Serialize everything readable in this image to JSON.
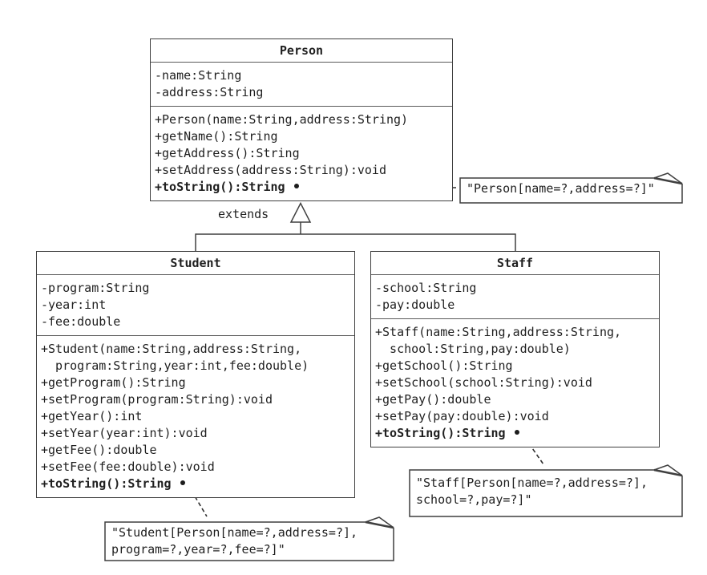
{
  "colors": {
    "background": "#ffffff",
    "line": "#3f3f3f",
    "separator": "#5a5a5a",
    "text": "#1f1f1f"
  },
  "relationship": {
    "label": "extends",
    "type": "inheritance"
  },
  "classes": {
    "person": {
      "name": "Person",
      "attributes": [
        "-name:String",
        "-address:String"
      ],
      "methods": [
        {
          "t": "+Person(name:String,address:String)"
        },
        {
          "t": "+getName():String"
        },
        {
          "t": "+getAddress():String"
        },
        {
          "t": "+setAddress(address:String):void"
        },
        {
          "t": "+toString():String",
          "b": true,
          "bullet": true
        }
      ]
    },
    "student": {
      "name": "Student",
      "attributes": [
        "-program:String",
        "-year:int",
        "-fee:double"
      ],
      "methods": [
        {
          "t": "+Student(name:String,address:String,"
        },
        {
          "t": "  program:String,year:int,fee:double)"
        },
        {
          "t": "+getProgram():String"
        },
        {
          "t": "+setProgram(program:String):void"
        },
        {
          "t": "+getYear():int"
        },
        {
          "t": "+setYear(year:int):void"
        },
        {
          "t": "+getFee():double"
        },
        {
          "t": "+setFee(fee:double):void"
        },
        {
          "t": "+toString():String",
          "b": true,
          "bullet": true
        }
      ]
    },
    "staff": {
      "name": "Staff",
      "attributes": [
        "-school:String",
        "-pay:double"
      ],
      "methods": [
        {
          "t": "+Staff(name:String,address:String,"
        },
        {
          "t": "  school:String,pay:double)"
        },
        {
          "t": "+getSchool():String"
        },
        {
          "t": "+setSchool(school:String):void"
        },
        {
          "t": "+getPay():double"
        },
        {
          "t": "+setPay(pay:double):void"
        },
        {
          "t": "+toString():String",
          "b": true,
          "bullet": true
        }
      ]
    }
  },
  "notes": {
    "person_note": {
      "lines": [
        "\"Person[name=?,address=?]\""
      ]
    },
    "staff_note": {
      "lines": [
        "\"Staff[Person[name=?,address=?],",
        "school=?,pay=?]\""
      ]
    },
    "student_note": {
      "lines": [
        "\"Student[Person[name=?,address=?],",
        "program=?,year=?,fee=?]\""
      ]
    }
  }
}
